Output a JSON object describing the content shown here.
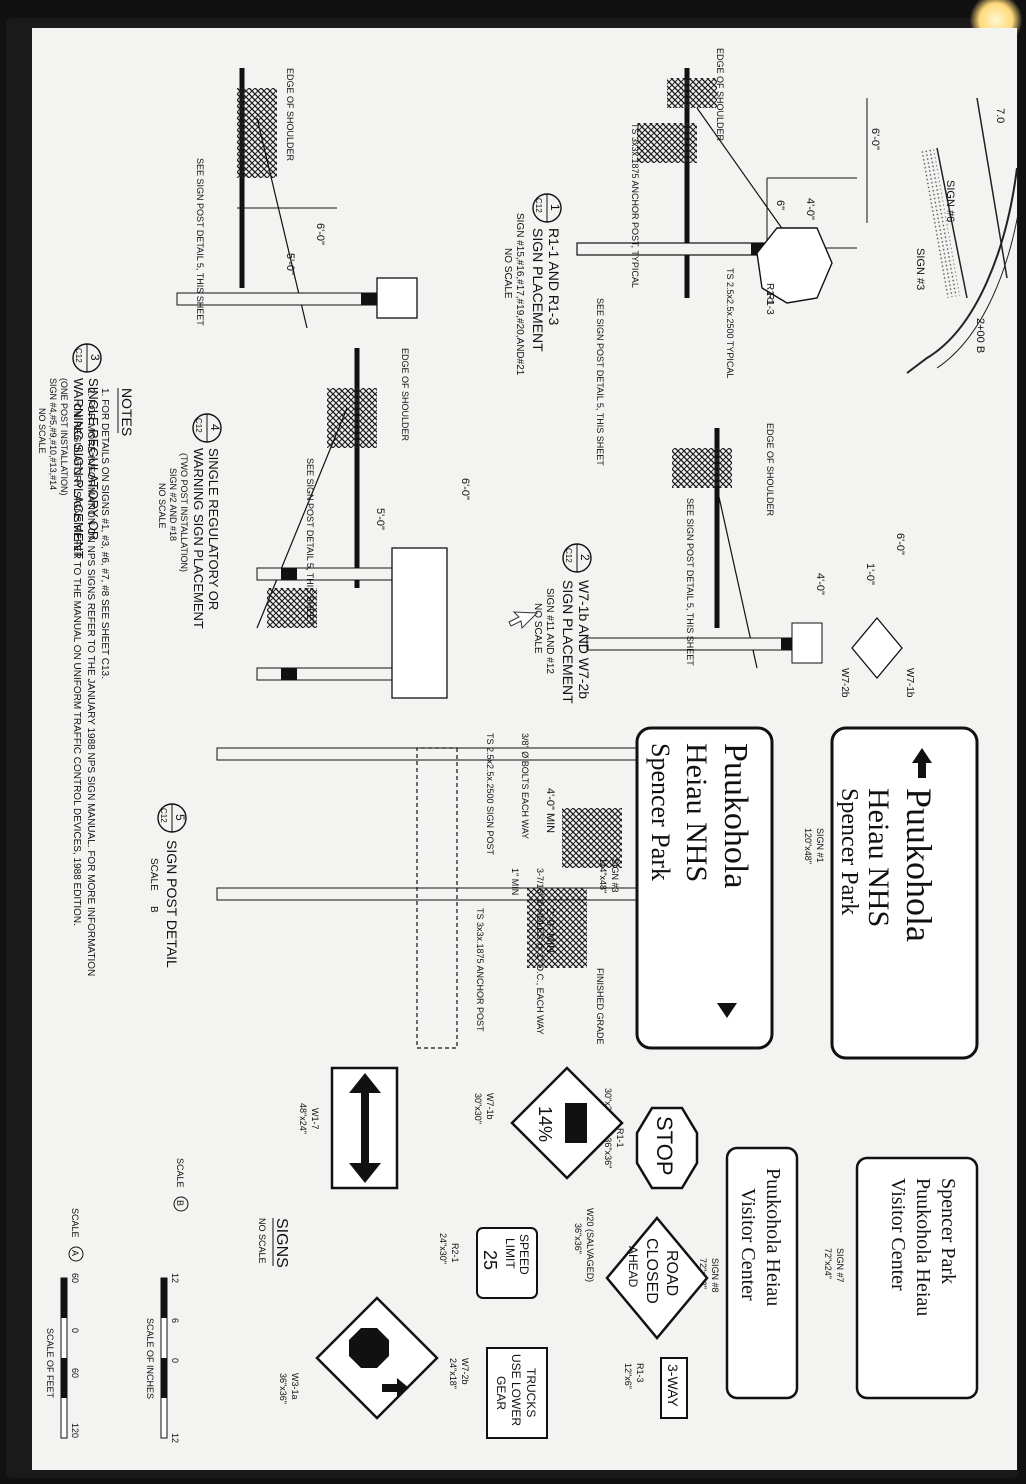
{
  "sheet": {
    "sign_labels": {
      "sign6": "SIGN #6",
      "sign3": "SIGN #3",
      "station": "2+00 B",
      "slope": "7.0"
    },
    "details": [
      {
        "num": "1",
        "ref": "C12",
        "title": "R1-1 AND R1-3",
        "title2": "SIGN PLACEMENT",
        "sub": "SIGN #15,#16,#17,#19,#20,AND#21",
        "scale": "NO SCALE"
      },
      {
        "num": "2",
        "ref": "C12",
        "title": "W7-1b AND W7-2b",
        "title2": "SIGN PLACEMENT",
        "sub": "SIGN #11 AND #12",
        "scale": "NO SCALE"
      },
      {
        "num": "3",
        "ref": "C12",
        "title": "SINGLE REGULATORY OR",
        "title2": "WARNING SIGN PLACEMENT",
        "sub0": "(ONE POST INSTALLATION)",
        "sub": "SIGN #4,#5,#9,#10,#13,#14",
        "scale": "NO SCALE"
      },
      {
        "num": "4",
        "ref": "C12",
        "title": "SINGLE REGULATORY OR",
        "title2": "WARNING SIGN PLACEMENT",
        "sub0": "(TWO POST INSTALLATION)",
        "sub": "SIGN #2 AND #18",
        "scale": "NO SCALE"
      },
      {
        "num": "5",
        "ref": "C12",
        "title": "SIGN POST DETAIL",
        "scale": "SCALE",
        "scale_tag": "B"
      }
    ],
    "dims": {
      "d6": "6'-0\"",
      "d4": "4'-0\"",
      "d6in": "6\"",
      "d5": "5'-0\"",
      "d1": "1'-0\"",
      "d4min": "4'-0\" MIN",
      "d2min": "2'-0\" MIN",
      "d1min": "1\" MIN"
    },
    "callouts": {
      "edge": "EDGE OF SHOULDER",
      "anchor": "TS 3x3x.1875 ANCHOR POST, TYPICAL",
      "post": "TS 2.5x2.5x.2500 TYPICAL",
      "see_post": "SEE SIGN POST DETAIL 5, THIS SHEET",
      "r11": "R1-1",
      "r13": "R1-3",
      "w71b": "W7-1b",
      "w72b": "W7-2b",
      "ts_post": "TS 2.5x2.5x.2500 SIGN POST",
      "bolts": "3/8\" Ø BOLTS EACH WAY",
      "holes": "3-7/16\" Ø HOLES @ 1\" O.C., EACH WAY",
      "grade": "FINISHED GRADE",
      "anchor2": "TS 3x3x.1875 ANCHOR POST"
    },
    "notes_title": "NOTES",
    "notes": [
      "1. FOR DETAILS ON SIGNS #1, #3, #6, #7, #8 SEE SHEET C13.",
      "2. FOR MORE INFORMATION ON NPS SIGNS REFER TO THE JANUARY 1988 NPS SIGN MANUAL. FOR MORE INFORMATION",
      "ON REGULATORY SIGNS REFER TO THE MANUAL ON UNIFORM TRAFFIC CONTROL DEVICES, 1988 EDITION."
    ],
    "signs": {
      "s1": {
        "l1": "Puukohola",
        "l2": "Heiau NHS",
        "l3": "Spencer Park",
        "cap": "SIGN #1",
        "size": "120\"x48\""
      },
      "s3": {
        "l1": "Puukohola",
        "l2": "Heiau NHS",
        "l3": "Spencer Park",
        "cap": "SIGN #3",
        "size": "114\"x48\""
      },
      "s7": {
        "l1": "Spencer Park",
        "l2": "Puukohola Heiau",
        "l3": "Visitor Center",
        "cap": "SIGN #7",
        "size": "72\"x24\""
      },
      "s8": {
        "l1": "Puukohola Heiau",
        "l2": "Visitor Center",
        "cap": "SIGN #8",
        "size": "72\"x18\""
      },
      "stop": {
        "text": "STOP",
        "cap": "R1-1",
        "size": "30\"x30\" OR 36\"x36\""
      },
      "road": {
        "l1": "ROAD",
        "l2": "CLOSED",
        "l3": "AHEAD",
        "cap": "W20 (SALVAGED)",
        "size": "36\"x36\""
      },
      "way3": {
        "text": "3-WAY",
        "cap": "R1-3",
        "size": "12\"x6\""
      },
      "grade": {
        "text": "14%",
        "cap": "W7-1b",
        "size": "30\"x30\""
      },
      "speed": {
        "l1": "SPEED",
        "l2": "LIMIT",
        "l3": "25",
        "cap": "R2-1",
        "size": "24\"x30\""
      },
      "trucks": {
        "l1": "TRUCKS",
        "l2": "USE LOWER",
        "l3": "GEAR",
        "cap": "W7-2b",
        "size": "24\"x18\""
      },
      "w17": {
        "cap": "W1-7",
        "size": "48\"x24\""
      },
      "w31a": {
        "cap": "W3-1a",
        "size": "36\"x36\""
      }
    },
    "legend": {
      "title": "SIGNS",
      "noscale": "NO SCALE",
      "scaleB": "SCALE",
      "tagB": "B",
      "scaleA": "SCALE",
      "tagA": "A",
      "inches": [
        "12",
        "6",
        "0",
        "12"
      ],
      "inches_cap": "SCALE OF INCHES",
      "feet": [
        "60",
        "0",
        "60",
        "120"
      ],
      "feet_cap": "SCALE OF FEET"
    }
  }
}
